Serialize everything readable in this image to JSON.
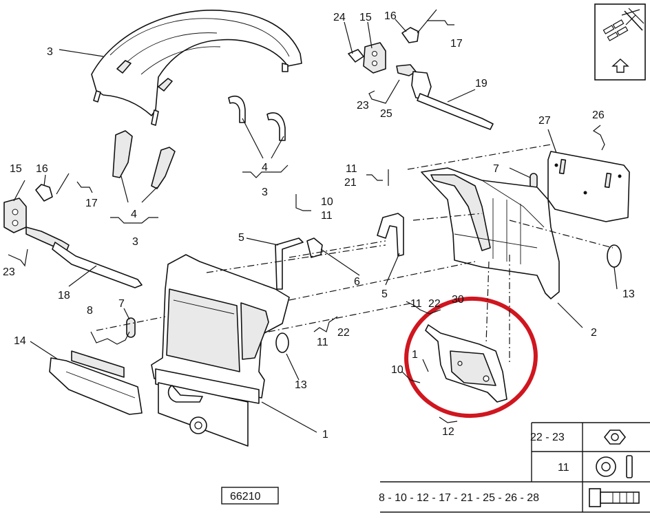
{
  "labels": {
    "l3a": "3",
    "l4a": "4",
    "l4b": "4",
    "l3b": "3",
    "l3c": "3",
    "l24": "24",
    "l15a": "15",
    "l16a": "16",
    "l17a": "17",
    "l19": "19",
    "l23a": "23",
    "l25": "25",
    "l27": "27",
    "l26": "26",
    "l15b": "15",
    "l16b": "16",
    "l17b": "17",
    "l23b": "23",
    "l18": "18",
    "l11a": "11",
    "l21": "21",
    "l7a": "7",
    "l10a": "10",
    "l11b": "11",
    "l5a": "5",
    "l6": "6",
    "l5b": "5",
    "l13a": "13",
    "l2": "2",
    "l8": "8",
    "l7b": "7",
    "l14": "14",
    "l22": "22",
    "l11c": "11",
    "l13b": "13",
    "l1a": "1",
    "l11d": "11",
    "l22b": "22",
    "l30": "30",
    "l1b": "1",
    "l10b": "10",
    "l12": "12"
  },
  "reference_box": {
    "code": "66210"
  },
  "legend_table": {
    "rows": [
      {
        "codes": "22 - 23",
        "icon": "hex-nut-icon"
      },
      {
        "codes": "11",
        "icon": "washer-icon"
      },
      {
        "codes": "8 - 10 - 12 - 17 - 21 - 25 - 26 - 28",
        "icon": "bolt-icon"
      }
    ]
  },
  "corner_icon": {
    "name": "fender-mount-arrow-icon"
  },
  "highlight": {
    "color": "#d0161f"
  }
}
